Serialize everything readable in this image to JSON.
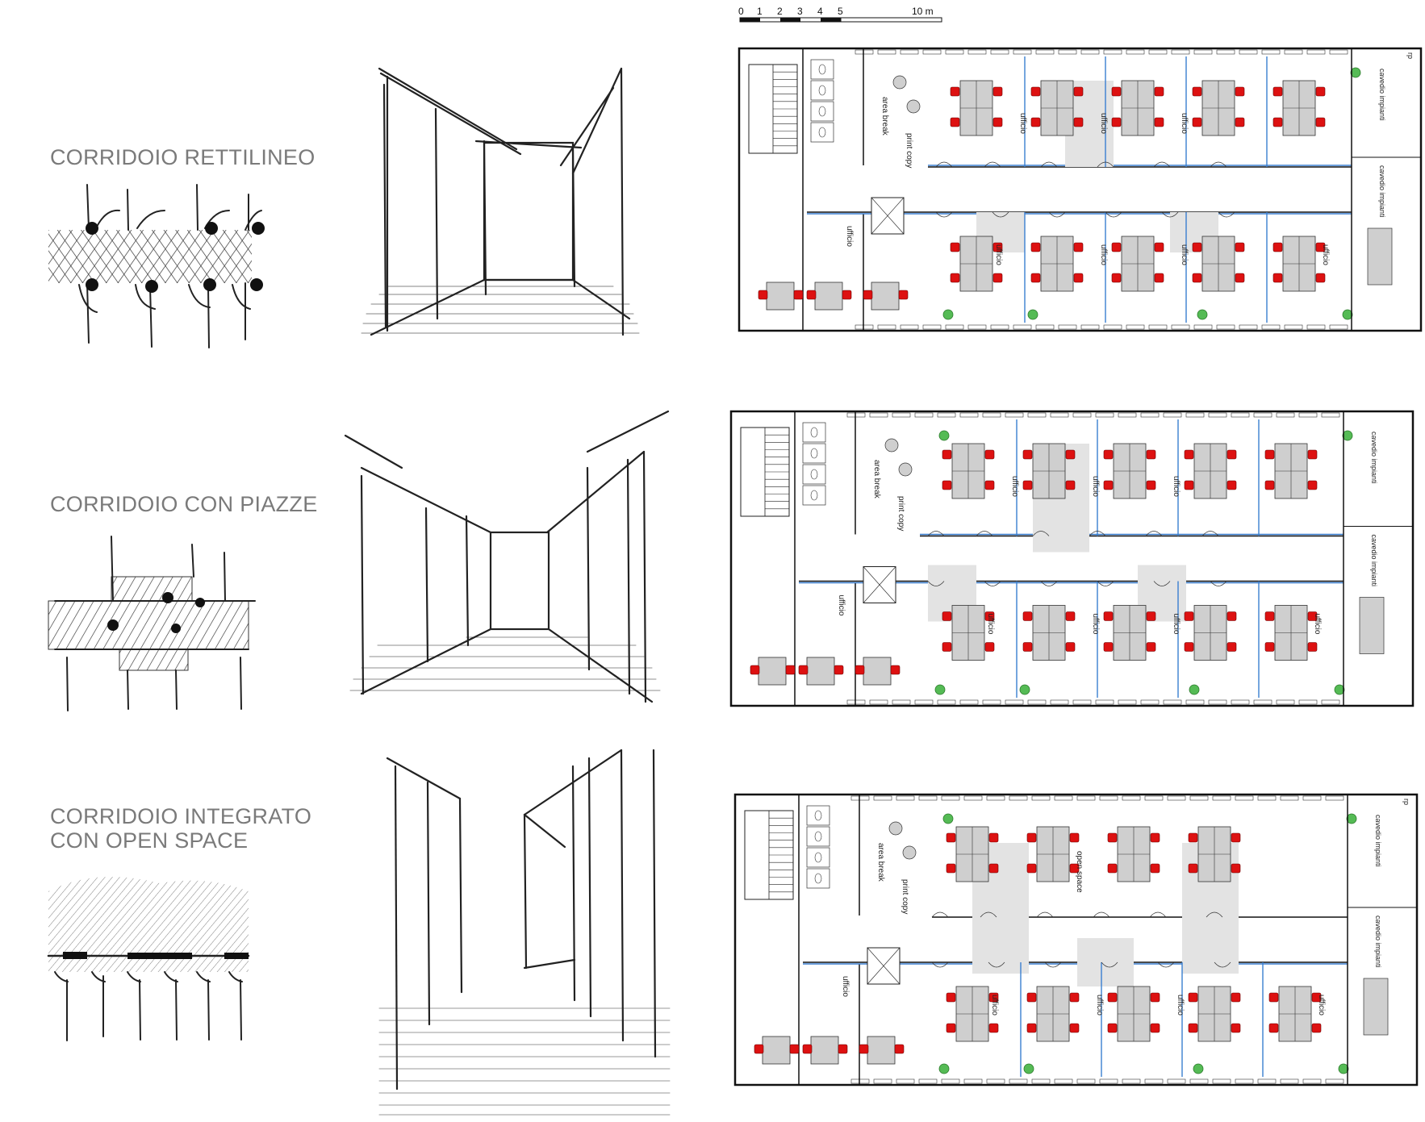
{
  "rows": [
    {
      "title_lines": [
        "CORRIDOIO RETTILINEO"
      ]
    },
    {
      "title_lines": [
        "CORRIDOIO CON PIAZZE"
      ]
    },
    {
      "title_lines": [
        "CORRIDOIO INTEGRATO",
        "CON OPEN SPACE"
      ]
    }
  ],
  "scale_bar": {
    "ticks": [
      "0",
      "1",
      "2",
      "3",
      "4",
      "5"
    ],
    "end_label": "10 m"
  },
  "plan_labels": {
    "ufficio": "ufficio",
    "area_break": "area break",
    "print_copy": "print copy",
    "open_space": "open space",
    "cavedio_impianti": "cavedio impianti",
    "rp": "rp"
  },
  "colors": {
    "chair": "#dd1111",
    "plant": "#55bb55",
    "glass": "#3a7fd0",
    "shade": "#e3e3e3",
    "desk": "#cfcfcf",
    "title": "#7a7a7a"
  }
}
